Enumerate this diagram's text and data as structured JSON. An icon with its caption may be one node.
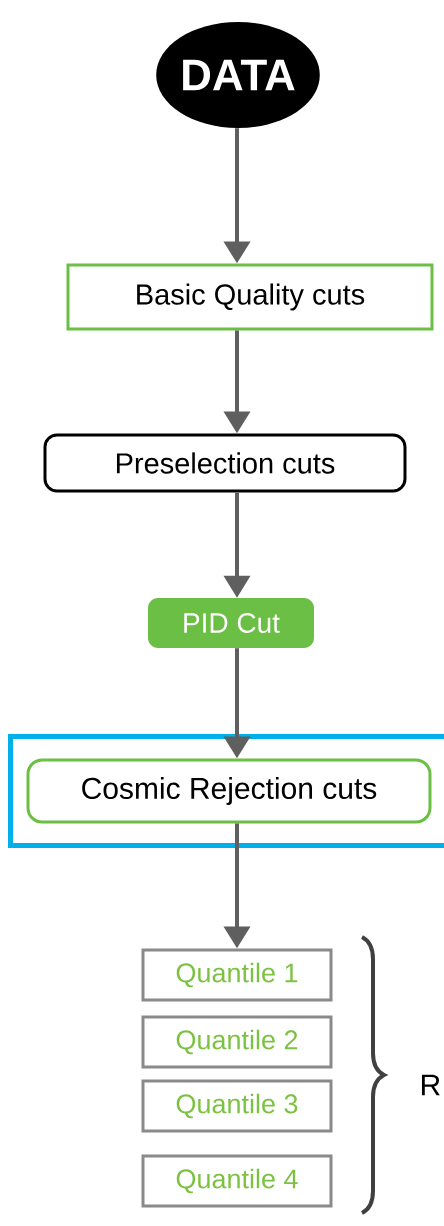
{
  "diagram": {
    "nodes": [
      {
        "text": [
          "DATA"
        ]
      },
      {
        "text": [
          "Basic Quality cuts"
        ]
      },
      {
        "text": [
          "Preselection cuts"
        ]
      },
      {
        "text": [
          "PID Cut"
        ]
      },
      {
        "text": [],
        "shape": "box"
      },
      {
        "text": [
          "Cosmic Rejection cuts"
        ],
        "in": 4
      },
      {
        "text": [
          "Quantile 1"
        ]
      },
      {
        "text": [
          "Quantile 2"
        ]
      },
      {
        "text": [
          "Quantile 3"
        ]
      },
      {
        "text": [
          "Quantile 4"
        ]
      }
    ],
    "edges": [
      {
        "from": 0,
        "to": 1,
        "arrow": "to"
      },
      {
        "from": 1,
        "to": 2,
        "arrow": "to"
      },
      {
        "from": 2,
        "to": 3,
        "arrow": "to"
      },
      {
        "from": 3,
        "to": 5,
        "arrow": "to"
      },
      {
        "from": 5,
        "to": 6,
        "arrow": "to"
      }
    ],
    "labels": [
      "R"
    ]
  }
}
